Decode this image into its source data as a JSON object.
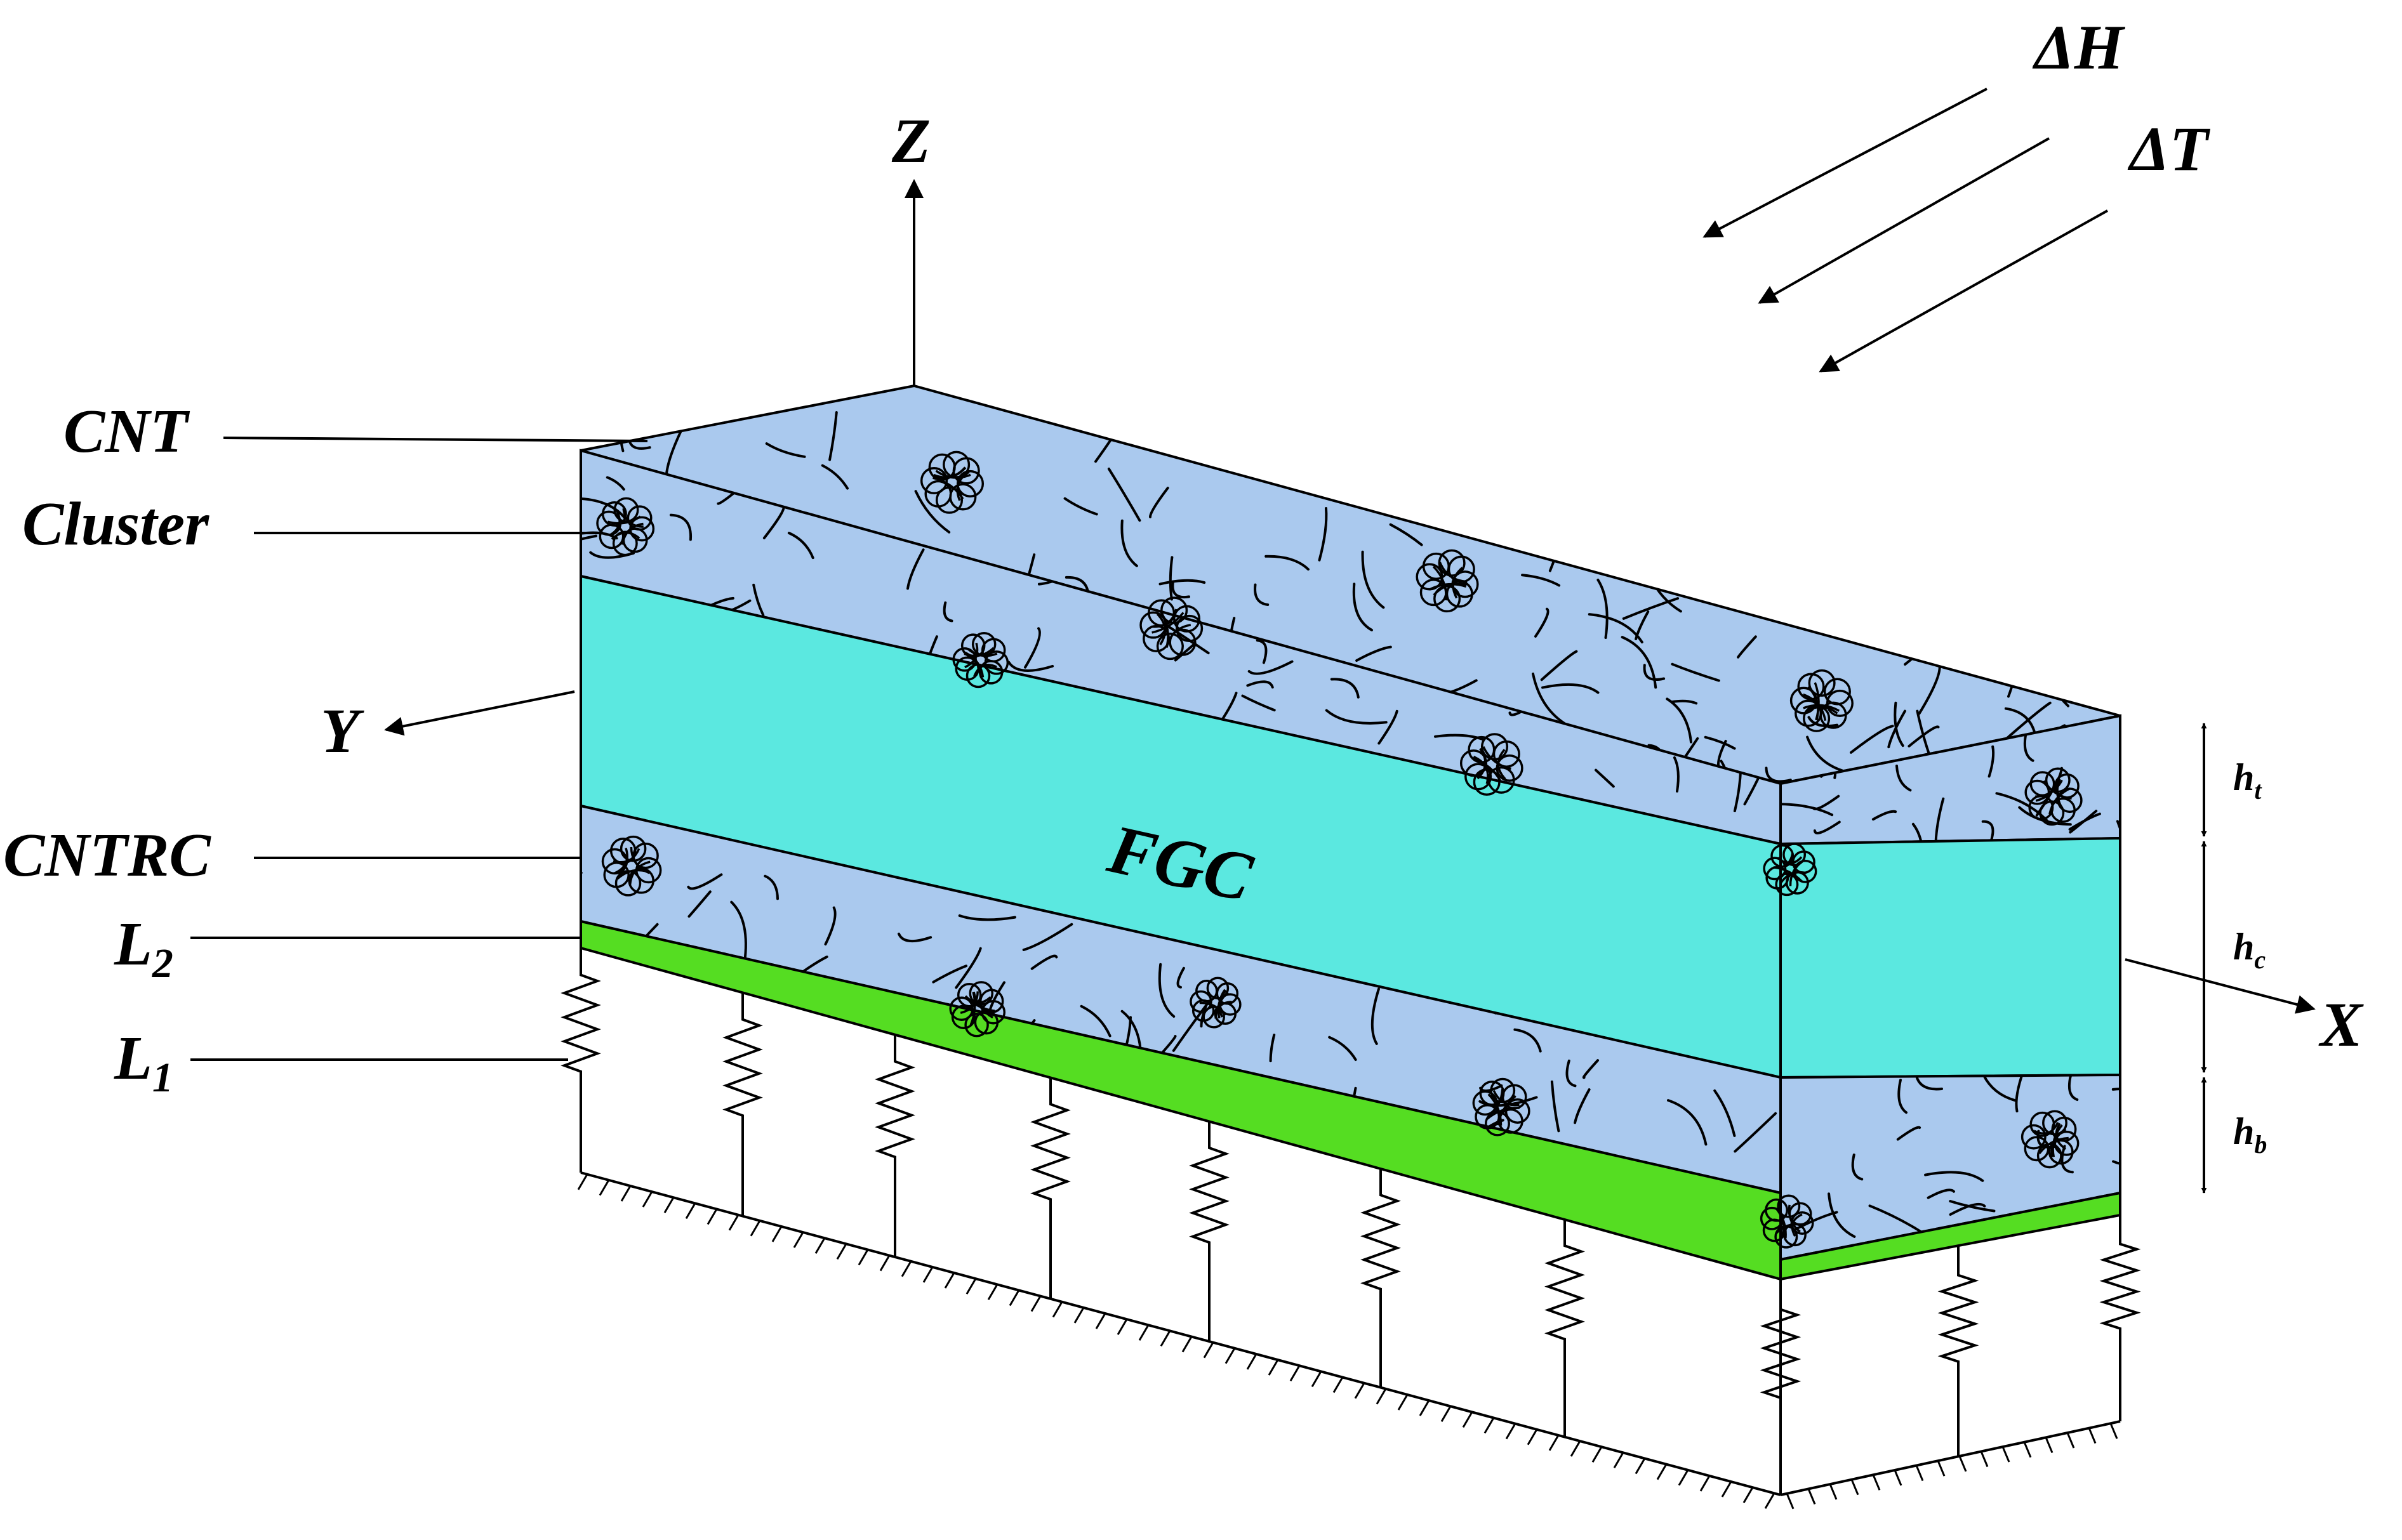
{
  "colors": {
    "cntrc_face": "#aac9ee",
    "core_face": "#5be8e0",
    "layer_l2": "#55dd22",
    "lines": "#000000",
    "background": "#ffffff"
  },
  "axes": {
    "z": "Z",
    "y": "Y",
    "x": "X"
  },
  "loads": {
    "magnetic": "ΔH",
    "thermal": "ΔT"
  },
  "callouts": {
    "cnt": "CNT",
    "cluster": "Cluster",
    "cntrc": "CNTRC",
    "l2_main": "L",
    "l2_sub": "2",
    "l1_main": "L",
    "l1_sub": "1"
  },
  "core_label": "FGC",
  "thickness": {
    "top": {
      "main": "h",
      "sub": "t"
    },
    "core": {
      "main": "h",
      "sub": "c"
    },
    "bottom": {
      "main": "h",
      "sub": "b"
    }
  }
}
